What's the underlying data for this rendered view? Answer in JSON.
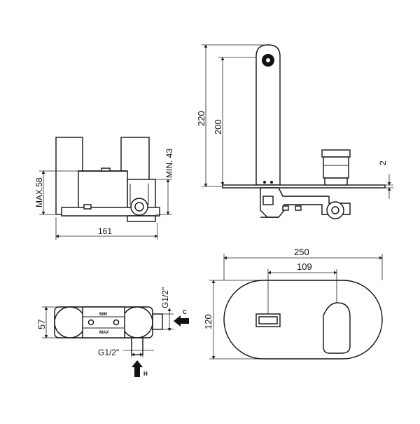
{
  "dimensions": {
    "front_width": "161",
    "front_max_height": "MAX.58",
    "front_min_height": "MIN. 43",
    "side_height_total": "220",
    "side_height_spout": "200",
    "side_plate_thickness": "2",
    "top_depth": "57",
    "top_thread_side": "G1/2\"",
    "top_thread_bottom": "G1/2\"",
    "plate_width": "250",
    "plate_height": "120",
    "spout_to_handle": "109"
  },
  "labels": {
    "min_mark": "MIN",
    "max_mark": "MAX",
    "cold_arrow": "C",
    "hot_arrow": "H"
  }
}
